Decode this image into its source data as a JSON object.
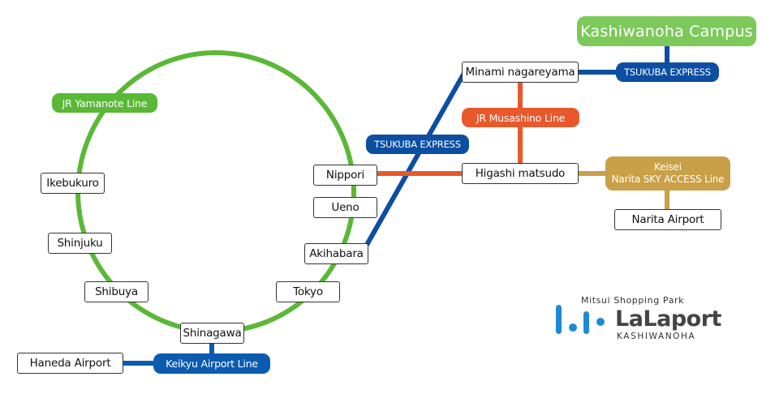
{
  "colors": {
    "yamanote": "#5ab837",
    "tsukuba": "#0b4ea2",
    "musashino": "#e8582a",
    "keisei": "#c9a048",
    "keikyu": "#0b5bb0",
    "campus": "#7dc95a",
    "logo_blue": "#1b8ad6",
    "logo_text": "#444444"
  },
  "destination": {
    "label": "Kashiwanoha Campus"
  },
  "lines": {
    "yamanote": {
      "label": "JR Yamanote Line"
    },
    "tsukuba_upper": {
      "label": "TSUKUBA EXPRESS"
    },
    "tsukuba_lower": {
      "label": "TSUKUBA EXPRESS"
    },
    "musashino": {
      "label": "JR Musashino Line"
    },
    "keisei": {
      "label_line1": "Keisei",
      "label_line2": "Narita SKY ACCESS Line"
    },
    "keikyu": {
      "label": "Keikyu Airport Line"
    }
  },
  "stations": {
    "minami_nagareyama": "Minami nagareyama",
    "higashi_matsudo": "Higashi matsudo",
    "narita_airport": "Narita Airport",
    "nippori": "Nippori",
    "ueno": "Ueno",
    "akihabara": "Akihabara",
    "tokyo": "Tokyo",
    "shinagawa": "Shinagawa",
    "shibuya": "Shibuya",
    "shinjuku": "Shinjuku",
    "ikebukuro": "Ikebukuro",
    "haneda_airport": "Haneda Airport"
  },
  "logo": {
    "tagline": "Mitsui Shopping Park",
    "brand": "LaLaport",
    "subbrand": "KASHIWANOHA"
  }
}
